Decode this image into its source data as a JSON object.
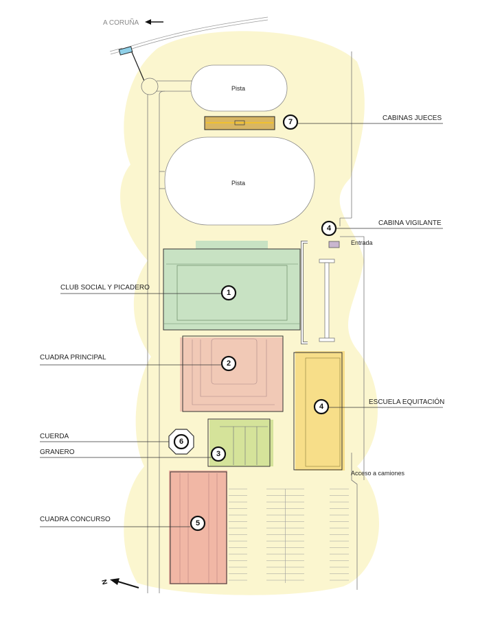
{
  "direction": {
    "label": "A CORUÑA",
    "icon": "arrow-left-icon"
  },
  "north": {
    "label": "N"
  },
  "colors": {
    "site": "#fbf6cf",
    "club_social": "#c8e2c3",
    "cuadra_principal": "#f1c9b6",
    "granero": "#d5e39a",
    "escuela": "#f7de89",
    "cuadra_concurso": "#f1b7a5",
    "cabinas": "#d8b663",
    "gate": "#8fd0e8",
    "vigilante": "#c9b6cf"
  },
  "tracks": [
    {
      "label": "Pista"
    },
    {
      "label": "Pista"
    }
  ],
  "annotations": {
    "entrada": "Entrada",
    "acceso": "Acceso a camiones"
  },
  "buildings": [
    {
      "num": "1",
      "label": "CLUB SOCIAL Y PICADERO"
    },
    {
      "num": "2",
      "label": "CUADRA PRINCIPAL"
    },
    {
      "num": "3",
      "label": "GRANERO"
    },
    {
      "num": "4",
      "label": "ESCUELA EQUITACIÓN"
    },
    {
      "num": "5",
      "label": "CUADRA CONCURSO"
    },
    {
      "num": "6",
      "label": "CUERDA"
    },
    {
      "num": "7",
      "label": "CABINAS JUECES"
    },
    {
      "num": "4",
      "label": "CABINA VIGILANTE"
    }
  ]
}
